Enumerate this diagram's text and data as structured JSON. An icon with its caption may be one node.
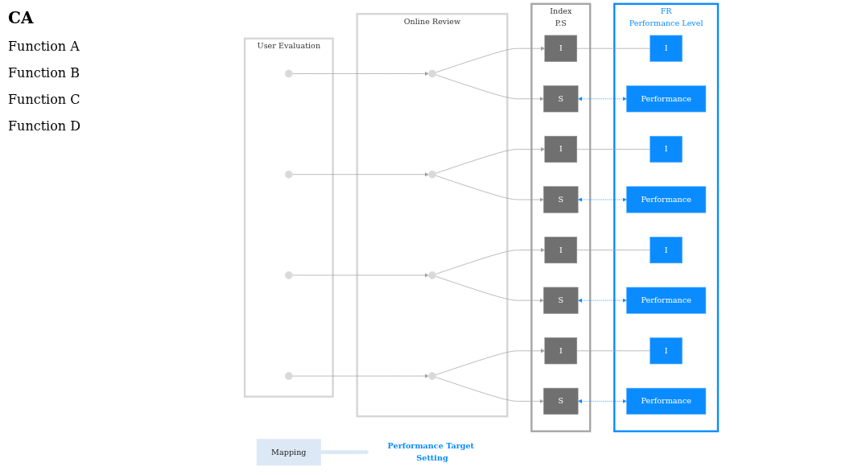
{
  "diagram": {
    "nodes": [
      {
        "text": [
          "User Evaluation"
        ]
      },
      {
        "text": [],
        "shape": "circle",
        "in": 0
      },
      {
        "text": [],
        "shape": "circle",
        "in": 0
      },
      {
        "text": [],
        "shape": "circle",
        "in": 0
      },
      {
        "text": [],
        "shape": "circle",
        "in": 0
      },
      {
        "text": [
          "Online Review"
        ]
      },
      {
        "text": [],
        "shape": "circle",
        "in": 5
      },
      {
        "text": [],
        "shape": "circle",
        "in": 5
      },
      {
        "text": [],
        "shape": "circle",
        "in": 5
      },
      {
        "text": [],
        "shape": "circle",
        "in": 5
      },
      {
        "text": [
          "Index",
          "P.S"
        ]
      },
      {
        "text": [
          "I"
        ],
        "in": 10
      },
      {
        "text": [
          "S"
        ],
        "in": 10
      },
      {
        "text": [
          "I"
        ],
        "in": 10
      },
      {
        "text": [
          "S"
        ],
        "in": 10
      },
      {
        "text": [
          "I"
        ],
        "in": 10
      },
      {
        "text": [
          "S"
        ],
        "in": 10
      },
      {
        "text": [
          "I"
        ],
        "in": 10
      },
      {
        "text": [
          "S"
        ],
        "in": 10
      },
      {
        "text": [
          "Mapping"
        ]
      },
      {
        "text": [
          "FR",
          "Performance Level"
        ]
      },
      {
        "text": [
          "I"
        ],
        "in": 20
      },
      {
        "text": [
          "Performance"
        ],
        "in": 20
      },
      {
        "text": [
          "I"
        ],
        "in": 20
      },
      {
        "text": [
          "Performance"
        ],
        "in": 20
      },
      {
        "text": [
          "I"
        ],
        "in": 20
      },
      {
        "text": [
          "Performance"
        ],
        "in": 20
      },
      {
        "text": [
          "I"
        ],
        "in": 20
      },
      {
        "text": [
          "Performance"
        ],
        "in": 20
      },
      {
        "text": [
          "Performance Target Setting"
        ]
      }
    ],
    "edges": [
      {
        "from": 1,
        "to": 6,
        "arrow": "to"
      },
      {
        "from": 6,
        "to": 11,
        "arrow": "to"
      },
      {
        "from": 6,
        "to": 12,
        "arrow": "to"
      },
      {
        "from": 11,
        "to": 21,
        "arrow": "none"
      },
      {
        "from": 12,
        "to": 22,
        "arrow": "both",
        "style": "dashed",
        "color": "#0a8cff"
      },
      {
        "from": 2,
        "to": 7,
        "arrow": "to"
      },
      {
        "from": 7,
        "to": 13,
        "arrow": "to"
      },
      {
        "from": 7,
        "to": 14,
        "arrow": "to"
      },
      {
        "from": 13,
        "to": 23,
        "arrow": "none"
      },
      {
        "from": 14,
        "to": 24,
        "arrow": "both",
        "style": "dashed",
        "color": "#0a8cff"
      },
      {
        "from": 3,
        "to": 8,
        "arrow": "to"
      },
      {
        "from": 8,
        "to": 15,
        "arrow": "to"
      },
      {
        "from": 8,
        "to": 16,
        "arrow": "to"
      },
      {
        "from": 15,
        "to": 25,
        "arrow": "none"
      },
      {
        "from": 16,
        "to": 26,
        "arrow": "both",
        "style": "dashed",
        "color": "#0a8cff"
      },
      {
        "from": 4,
        "to": 9,
        "arrow": "to"
      },
      {
        "from": 9,
        "to": 17,
        "arrow": "to"
      },
      {
        "from": 9,
        "to": 18,
        "arrow": "to"
      },
      {
        "from": 17,
        "to": 27,
        "arrow": "none"
      },
      {
        "from": 18,
        "to": 28,
        "arrow": "both",
        "style": "dashed",
        "color": "#0a8cff"
      },
      {
        "from": 19,
        "to": 29,
        "arrow": "to",
        "style": "thick",
        "color": "#dce8f5"
      }
    ],
    "labels": [
      "CA",
      "Function A",
      "Function B",
      "Function C",
      "Function D"
    ]
  }
}
